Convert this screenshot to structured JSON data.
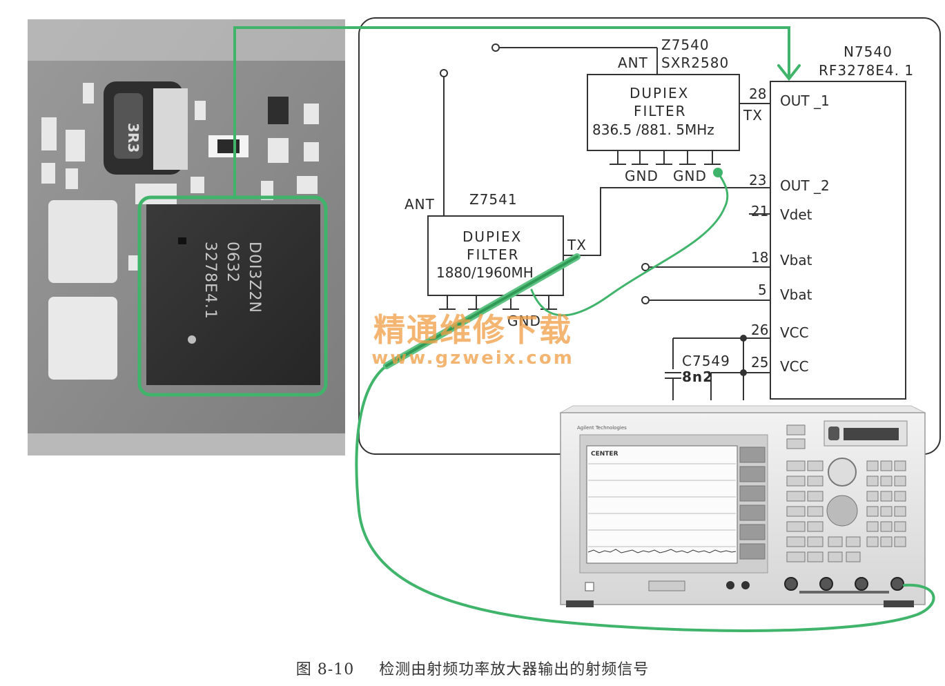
{
  "colors": {
    "probe_wire": "#3fb46a",
    "schematic_line": "#333333",
    "watermark": "#f0a14a"
  },
  "chip_photo": {
    "inductor_marking": "3R3",
    "ic_marking_lines": [
      "3278E4.1",
      "0632",
      "D0I3Z2N"
    ]
  },
  "schematic": {
    "n7540": {
      "ref": "N7540",
      "part": "RF3278E4. 1"
    },
    "z7540": {
      "ref": "Z7540",
      "part": "SXR2580",
      "ant": "ANT",
      "title1": "DUPIEX",
      "title2": "FILTER",
      "freq": "836.5 /881. 5MHz",
      "tx": "TX",
      "gnd1": "GND",
      "gnd2": "GND"
    },
    "z7541": {
      "ref": "Z7541",
      "ant": "ANT",
      "title1": "DUPIEX",
      "title2": "FILTER",
      "freq": "1880/1960MH",
      "tx": "TX",
      "gnd": "GND"
    },
    "pins": [
      {
        "num": "28",
        "name": "OUT _1"
      },
      {
        "num": "23",
        "name": "OUT _2"
      },
      {
        "num": "21",
        "name": "Vdet"
      },
      {
        "num": "18",
        "name": "Vbat"
      },
      {
        "num": "5",
        "name": "Vbat"
      },
      {
        "num": "26",
        "name": "VCC"
      },
      {
        "num": "25",
        "name": "VCC"
      }
    ],
    "cap": {
      "ref": "C7549",
      "value": "8n2"
    }
  },
  "analyzer": {
    "brand": "Agilent Technologies",
    "screen_label": "CENTER"
  },
  "watermark": {
    "line1": "精通维修下载",
    "line2": "www.gzweix.com"
  },
  "caption": {
    "figure_no": "图 8-10",
    "text": "检测由射频功率放大器输出的射频信号"
  }
}
